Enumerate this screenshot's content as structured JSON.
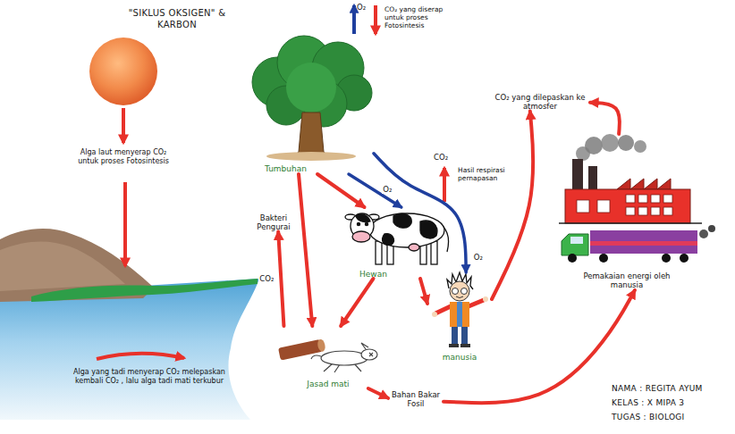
{
  "diagram": {
    "title": "\"SIKLUS OKSIGEN\" & KARBON",
    "nodes": [
      {
        "text": [
          "Tumbuhan"
        ]
      },
      {
        "text": [
          "Hewan"
        ]
      },
      {
        "text": [
          "manusia"
        ]
      },
      {
        "text": [
          "Bakteri Pengurai"
        ]
      },
      {
        "text": [
          "Jasad mati"
        ]
      },
      {
        "text": [
          "Bahan Bakar Fosil"
        ]
      },
      {
        "text": [
          "CO₂ yang dilepaskan ke atmosfer"
        ]
      },
      {
        "text": [
          "Pemakaian energi oleh manusia"
        ]
      }
    ],
    "edges": [
      {
        "from": 0,
        "to": 1,
        "arrow": "to"
      },
      {
        "from": 0,
        "to": 1,
        "label": "O₂",
        "arrow": "to"
      },
      {
        "from": 0,
        "to": 2,
        "label": "O₂",
        "arrow": "to"
      },
      {
        "from": 0,
        "to": 4,
        "arrow": "to"
      },
      {
        "from": 1,
        "to": 2,
        "arrow": "to"
      },
      {
        "from": 1,
        "to": 4,
        "arrow": "to"
      },
      {
        "from": 4,
        "to": 3,
        "label": "CO₂",
        "arrow": "to"
      },
      {
        "from": 4,
        "to": 5,
        "arrow": "to"
      },
      {
        "from": 5,
        "to": 7,
        "arrow": "to"
      },
      {
        "from": 2,
        "to": 6,
        "arrow": "to"
      },
      {
        "from": 7,
        "to": 6,
        "arrow": "to"
      }
    ],
    "labels": [
      "O₂",
      "CO₂ yang diserap untuk proses Fotosintesis",
      "Alga laut menyerap CO₂ untuk proses Fotosintesis",
      "Alga yang tadi menyerap CO₂ melepaskan kembali CO₂ , lalu alga tadi mati terkubur",
      "CO₂",
      "Hasil respirasi pernapasan",
      "NAMA : REGITA AYUM",
      "KELAS : X MIPA 3",
      "TUGAS : BIOLOGI"
    ]
  }
}
